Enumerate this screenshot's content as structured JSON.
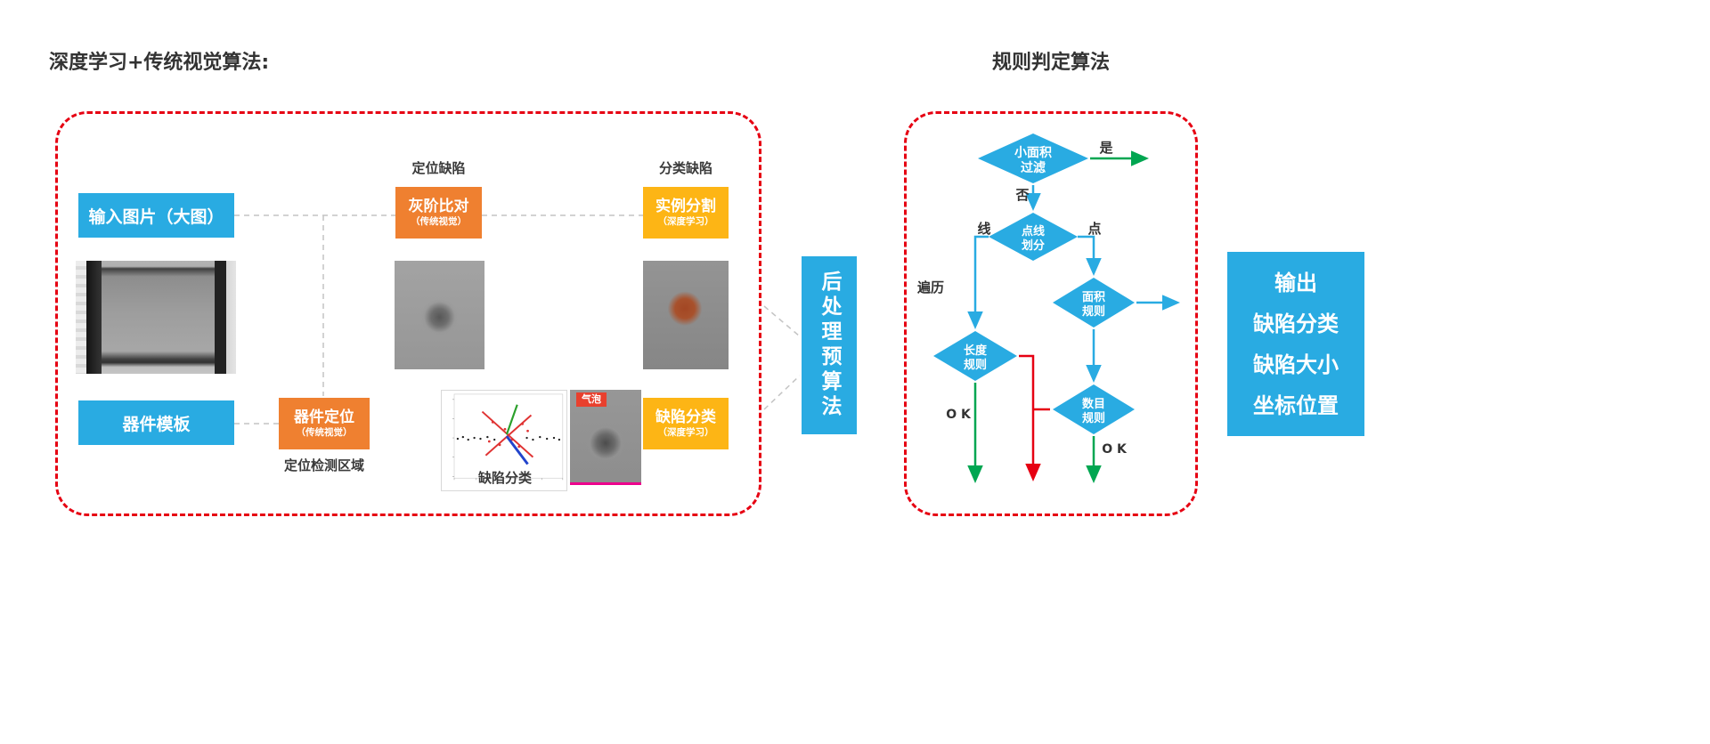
{
  "titles": {
    "left": "深度学习+传统视觉算法:",
    "right": "规则判定算法"
  },
  "pipeline": {
    "input_box": "输入图片（大图）",
    "template_box": "器件模板",
    "locate_box": {
      "main": "器件定位",
      "sub": "（传统视觉）"
    },
    "gray_box": {
      "main": "灰阶比对",
      "sub": "（传统视觉）"
    },
    "seg_box": {
      "main": "实例分割",
      "sub": "（深度学习）"
    },
    "cls_box": {
      "main": "缺陷分类",
      "sub": "（深度学习）"
    },
    "labels": {
      "locate_defect": "定位缺陷",
      "classify_defect": "分类缺陷",
      "locate_region": "定位检测区域",
      "scatter_caption": "缺陷分类",
      "bubble_tag": "气泡"
    },
    "post_box": "后处理预算法"
  },
  "flowchart": {
    "small_area_1": "小面积",
    "small_area_2": "过滤",
    "yes": "是",
    "no": "否",
    "point_line_1": "点线",
    "point_line_2": "划分",
    "line": "线",
    "point": "点",
    "traverse": "遍历",
    "length_1": "长度",
    "length_2": "规则",
    "area_1": "面积",
    "area_2": "规则",
    "count_1": "数目",
    "count_2": "规则",
    "ok_length": "O K",
    "ok_count": "O K"
  },
  "output_box": {
    "line1": "输出",
    "line2": "缺陷分类",
    "line3": "缺陷大小",
    "line4": "坐标位置"
  },
  "colors": {
    "blue": "#29abe2",
    "orange": "#ef8030",
    "yellow": "#fdb515",
    "red_dashed": "#e60012",
    "green": "#00a651",
    "magenta": "#ec008c"
  }
}
